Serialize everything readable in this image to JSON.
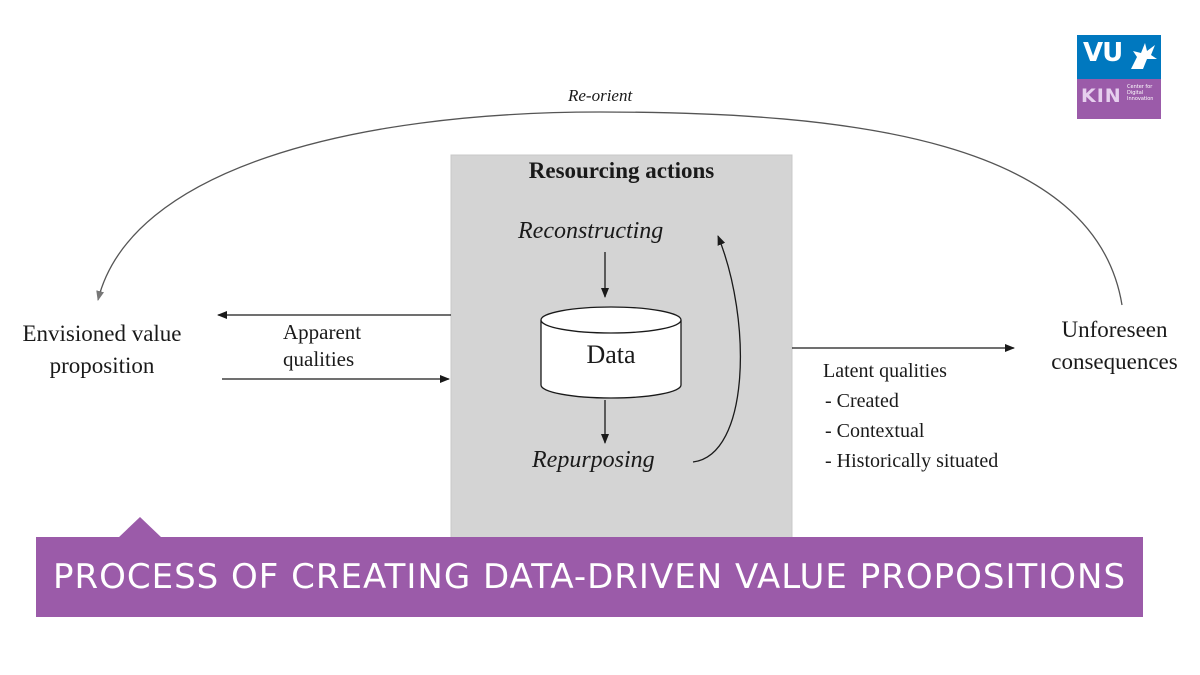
{
  "diagram": {
    "reorient_label": "Re-orient",
    "box_title": "Resourcing actions",
    "reconstructing": "Reconstructing",
    "data_label": "Data",
    "repurposing": "Repurposing",
    "envisioned_line1": "Envisioned value",
    "envisioned_line2": "proposition",
    "apparent_line1": "Apparent",
    "apparent_line2": "qualities",
    "unforeseen_line1": "Unforeseen",
    "unforeseen_line2": "consequences",
    "latent_title": "Latent qualities",
    "latent_items": [
      "-  Created",
      "-  Contextual",
      "-  Historically situated"
    ]
  },
  "banner": {
    "text": "PROCESS OF CREATING DATA-DRIVEN VALUE PROPOSITIONS"
  },
  "logo": {
    "vu": "VU",
    "kin": "KIN",
    "subtitle": "Center for Digital Innovation"
  },
  "colors": {
    "banner": "#9b5ba9",
    "logo_blue": "#0078bf",
    "box_gray": "#d4d4d4"
  }
}
